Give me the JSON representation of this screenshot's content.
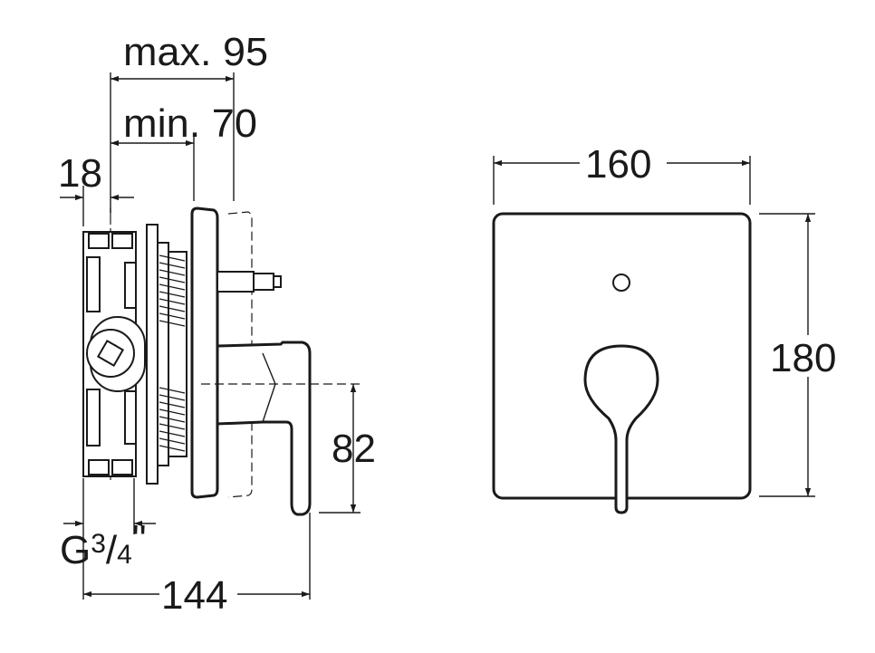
{
  "side_view": {
    "dim_max_depth": "max. 95",
    "dim_min_depth": "min. 70",
    "dim_offset": "18",
    "dim_outlet_height": "82",
    "thread_prefix": "G",
    "thread_num": "3",
    "thread_slash": "/",
    "thread_den": "4",
    "thread_suffix": "\"",
    "dim_total_depth": "144"
  },
  "front_view": {
    "dim_width": "160",
    "dim_height": "180"
  }
}
